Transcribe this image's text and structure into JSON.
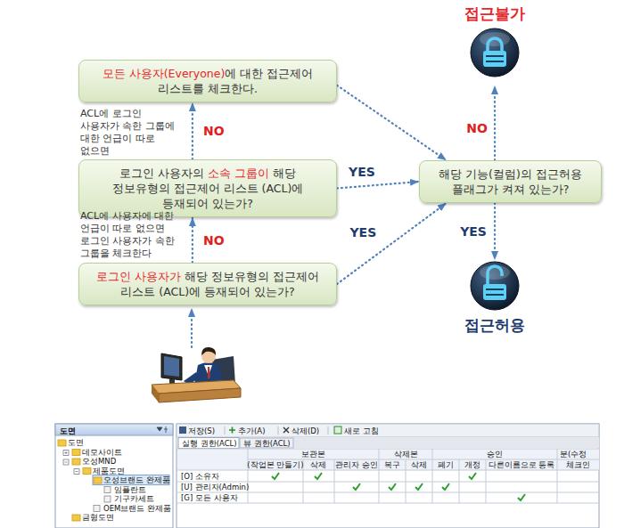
{
  "diagram": {
    "nodes": [
      {
        "text": [
          "모든 사용자(Everyone)에 대한 접근제어 리스트를 체크한다."
        ]
      },
      {
        "text": [
          "로그인 사용자의 소속 그룹이 해당 정보유형의 접근제어 리스트 (ACL)에 등재되어 있는가?"
        ]
      },
      {
        "text": [
          "로그인 사용자가 해당 정보유형의 접근제어 리스트 (ACL)에 등재되어 있는가?"
        ]
      },
      {
        "text": [
          "해당 기능(컬럼)의 접근허용 플래그가 켜져 있는가?"
        ]
      },
      {
        "text": [
          "접근불가"
        ]
      },
      {
        "text": [
          "접근허용"
        ]
      }
    ],
    "edges": [
      {
        "from": 2,
        "to": 1,
        "label": "NO",
        "arrow": "to"
      },
      {
        "from": 1,
        "to": 0,
        "label": "NO",
        "arrow": "to"
      },
      {
        "from": 0,
        "to": 3,
        "arrow": "to"
      },
      {
        "from": 1,
        "to": 3,
        "label": "YES",
        "arrow": "to"
      },
      {
        "from": 2,
        "to": 3,
        "label": "YES",
        "arrow": "to"
      },
      {
        "from": 3,
        "to": 4,
        "label": "NO",
        "arrow": "to"
      },
      {
        "from": 3,
        "to": 5,
        "label": "YES",
        "arrow": "to"
      }
    ],
    "labels": [
      "ACL에 로그인 사용자가 속한 그룹에 대한 언급이 따로 없으면",
      "ACL에 사용자에 대한 언급이 따로 없으면 로그인 사용자가 속한 그룹을 체크한다",
      "도면",
      "도면",
      "데모사이트",
      "오성MND",
      "제품도면",
      "오성브랜드 완제품",
      "임플란트",
      "기구카세트",
      "OEM브랜드 완제품",
      "금형도면",
      "저장(S)",
      "추가(A)",
      "삭제(D)",
      "새로 고침",
      "실행 권한(ACL)",
      "뷰 권한(ACL)",
      "보관본",
      "삭제본",
      "승인",
      "분(수정",
      "(작업본 만들기)",
      "삭제",
      "관리자 승인",
      "복구",
      "삭제",
      "폐기",
      "개정",
      "다른이름으로 등록",
      "체크인",
      "[O] 소유자",
      "[U] 관리자(Admin)",
      "[G] 모든 사용자"
    ]
  }
}
